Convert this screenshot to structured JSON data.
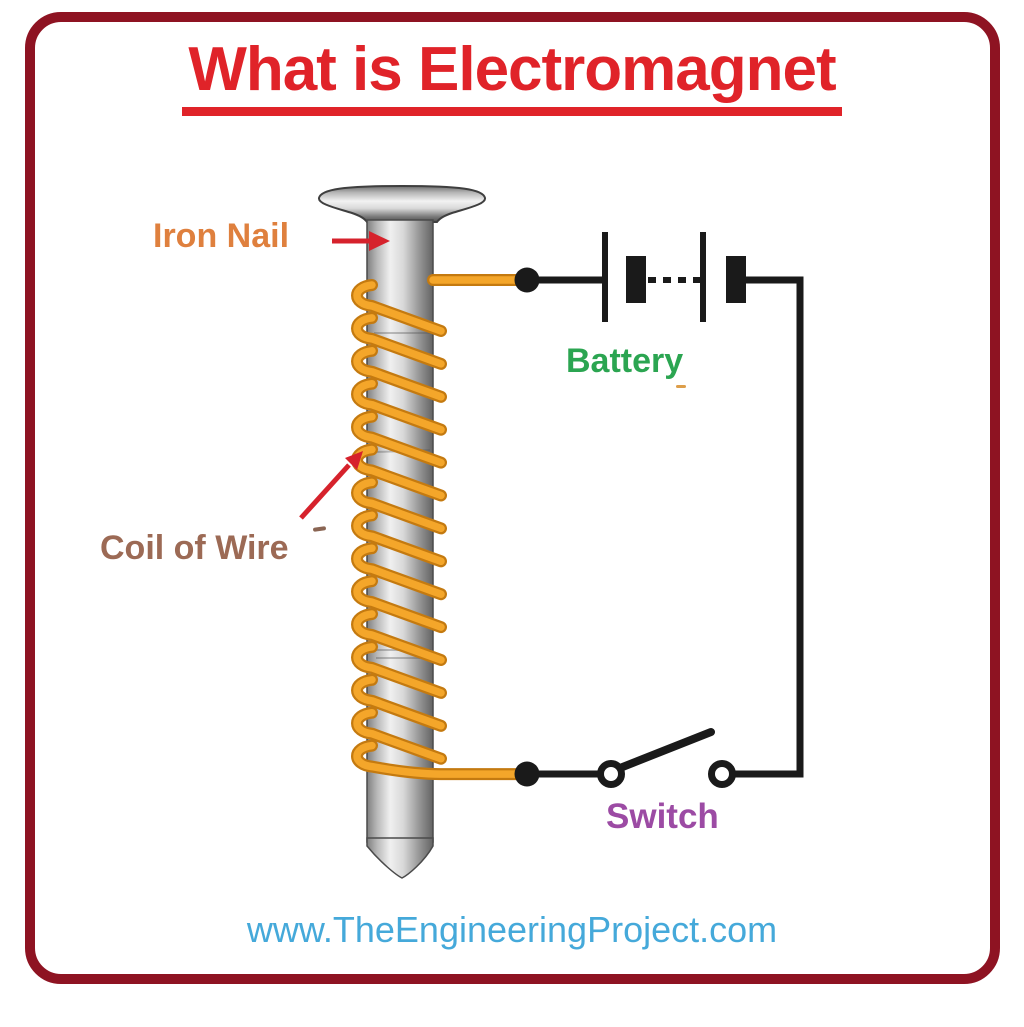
{
  "title": {
    "text": "What is Electromagnet"
  },
  "labels": {
    "iron_nail": "Iron Nail",
    "coil_of_wire": "Coil of Wire",
    "battery": "Battery",
    "switch": "Switch"
  },
  "footer": {
    "website": "www.TheEngineeringProject.com"
  },
  "colors": {
    "frame_border": "#8E1322",
    "title_red": "#E02329",
    "iron_nail_label": "#DF803E",
    "coil_label": "#9C6A55",
    "battery_label": "#2BA551",
    "switch_label": "#9C4BA4",
    "website_blue": "#45A9DA",
    "coil_wire_outline": "#C47A10",
    "coil_wire_fill": "#F4A62A",
    "circuit_black": "#1a1a1a",
    "arrow_red": "#D6222C",
    "nail_gray_light": "#f0f0f0",
    "nail_gray_dark": "#636363"
  },
  "diagram": {
    "components": [
      "iron-nail",
      "coil-of-wire",
      "battery",
      "switch",
      "connecting-wires"
    ],
    "coil_turns": 15,
    "switch_state": "open"
  }
}
